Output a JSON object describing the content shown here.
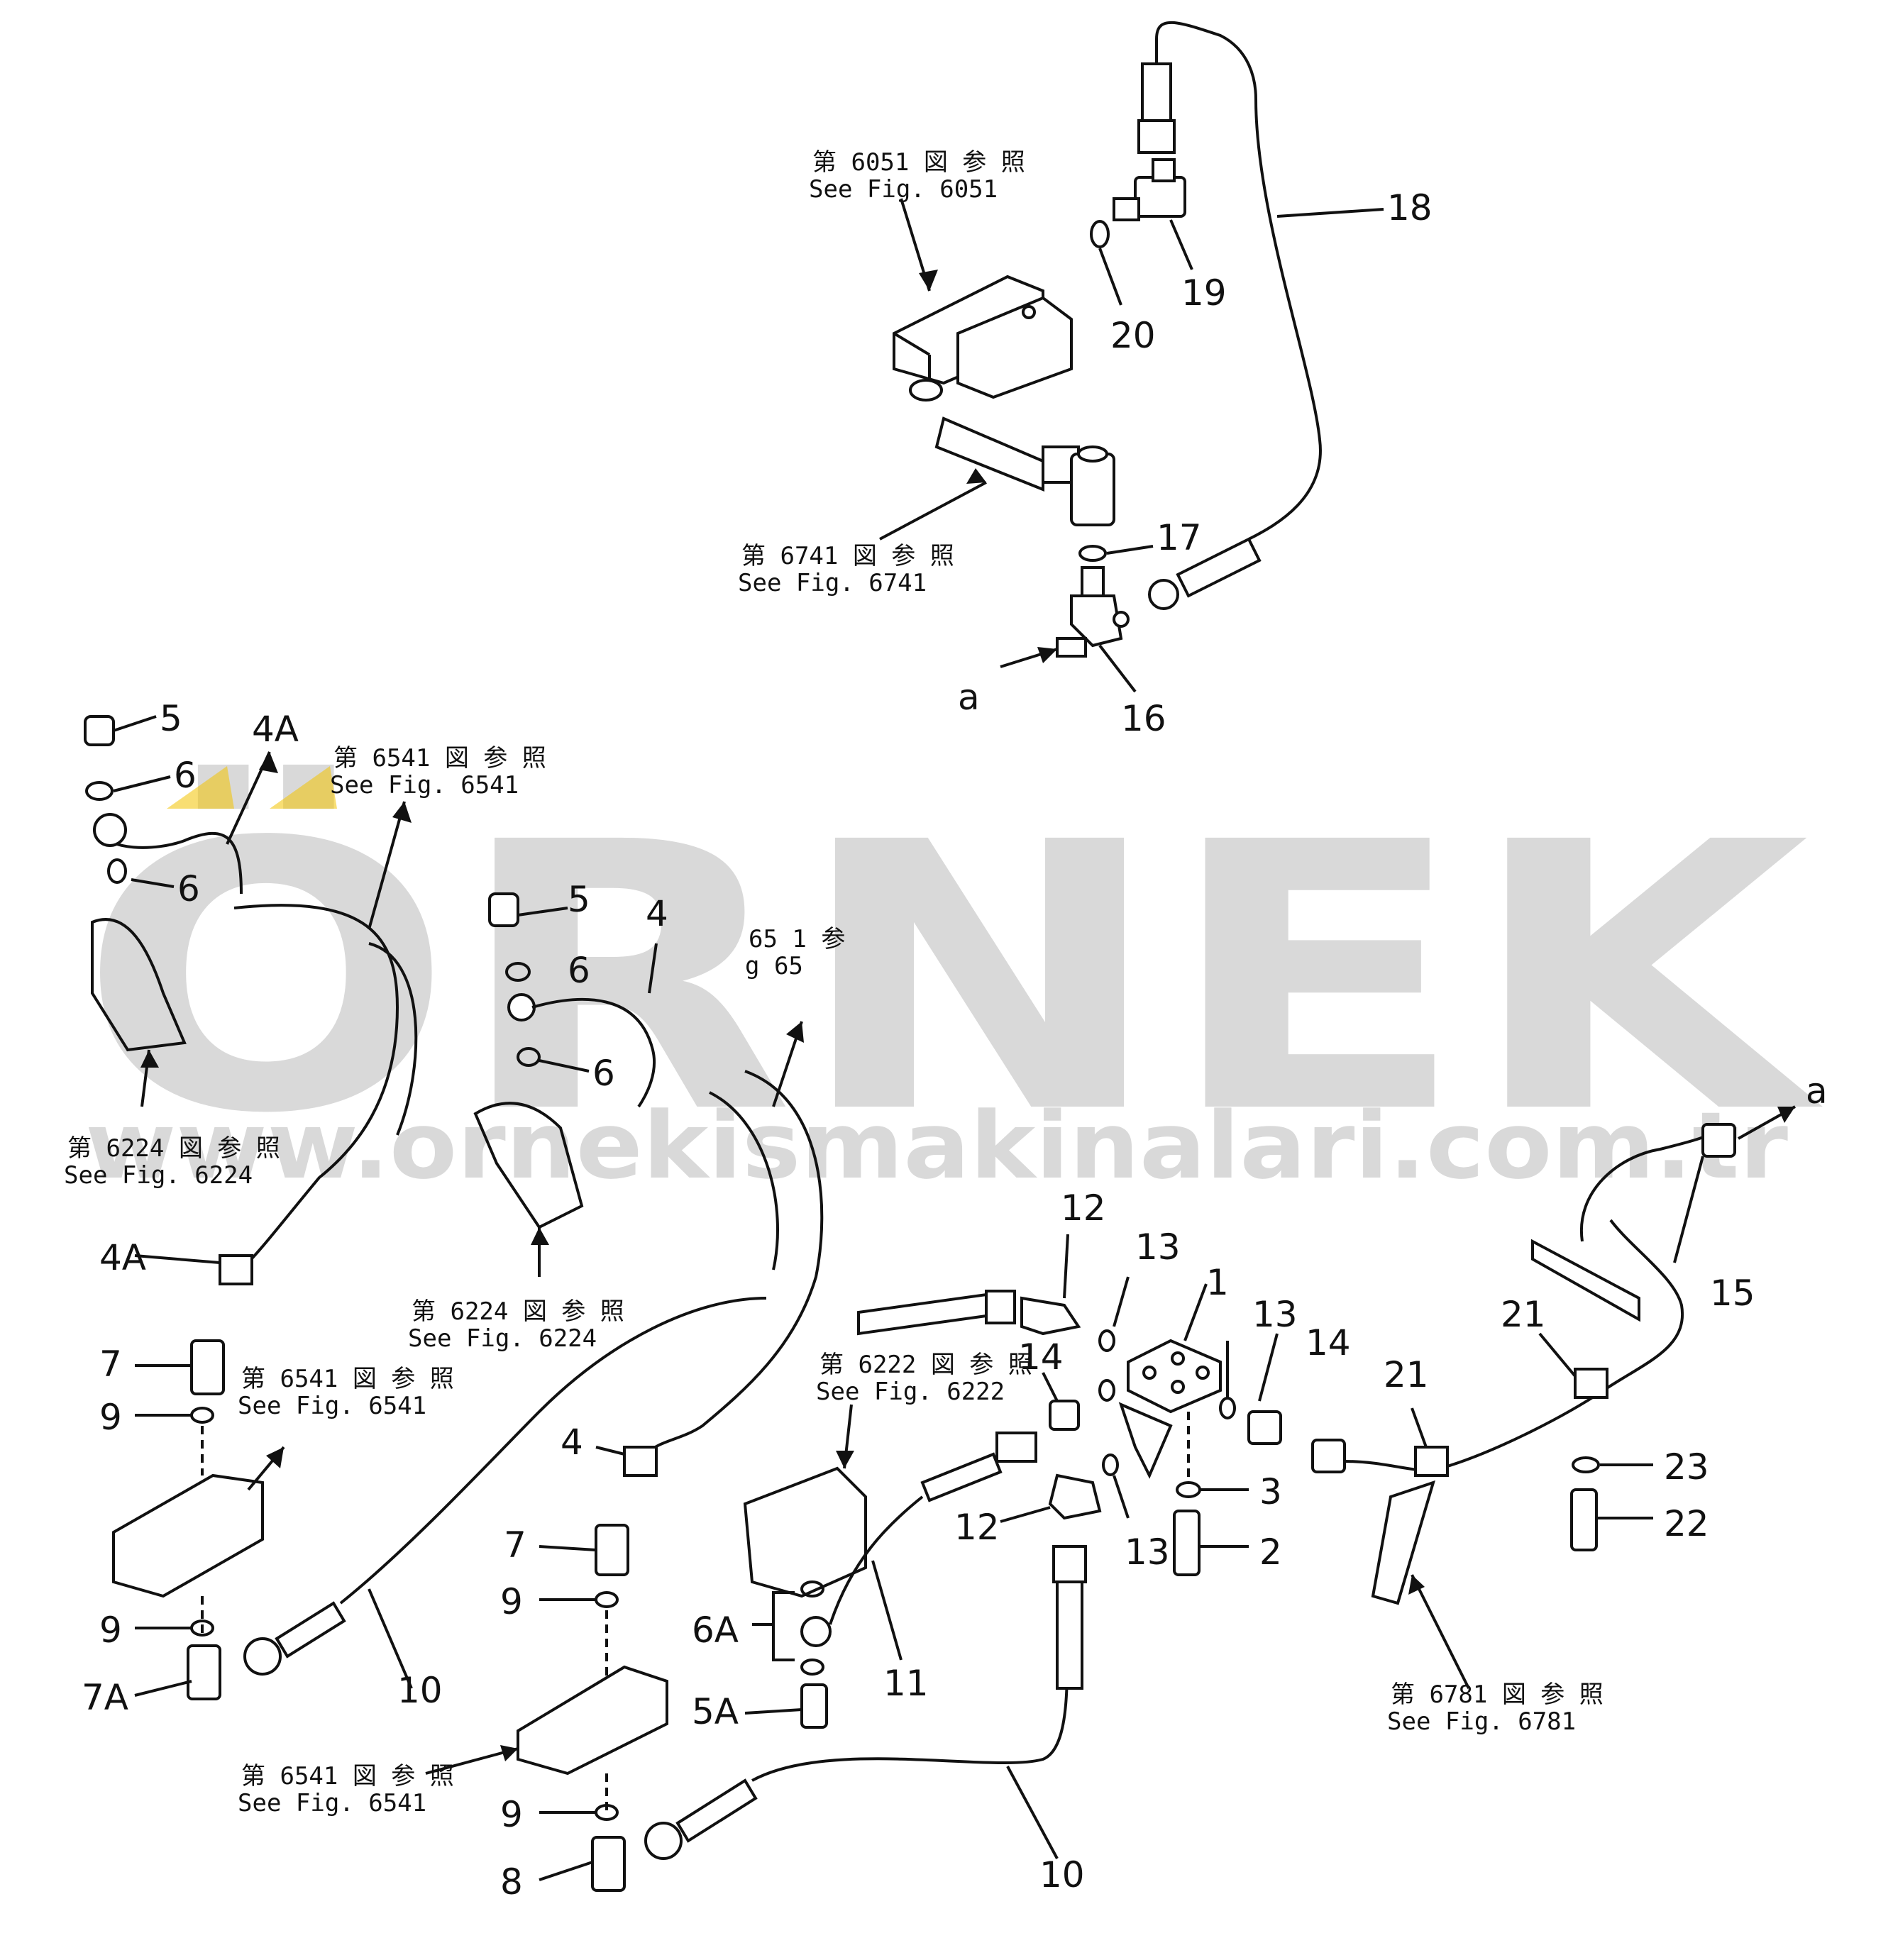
{
  "watermark": {
    "brand": "ÖRNEK",
    "url": "www.ornekismakinalari.com.tr"
  },
  "references": [
    {
      "id": "r6051",
      "jp": "第 6051 図 参 照",
      "en": "See Fig. 6051"
    },
    {
      "id": "r6741",
      "jp": "第 6741 図 参 照",
      "en": "See Fig. 6741"
    },
    {
      "id": "r6541a",
      "jp": "第 6541 図 参 照",
      "en": "See Fig. 6541"
    },
    {
      "id": "r6224a",
      "jp": "第 6224 図 参 照",
      "en": "See Fig. 6224"
    },
    {
      "id": "r6224b",
      "jp": "第 6224 図 参 照",
      "en": "See Fig. 6224"
    },
    {
      "id": "r6541b",
      "jp": "第 6541 図 参 照",
      "en": "See Fig. 6541"
    },
    {
      "id": "r6222",
      "jp": "第 6222 図 参 照",
      "en": "See Fig. 6222"
    },
    {
      "id": "r6541c",
      "jp": "第 6541 図 参 照",
      "en": "See Fig. 6541"
    },
    {
      "id": "r6781",
      "jp": "第 6781 図 参 照",
      "en": "See Fig. 6781"
    },
    {
      "id": "r65xx",
      "jp": "65    1 参",
      "en": "  g 65  "
    }
  ],
  "callouts": {
    "c18": "18",
    "c19": "19",
    "c20": "20",
    "c17": "17",
    "c16": "16",
    "a_top": "a",
    "c5a": "5",
    "c6a": "6",
    "c4Atop": "4A",
    "c6b": "6",
    "c5b": "5",
    "c4": "4",
    "c6c": "6",
    "c6d": "6",
    "c4Aleft": "4A",
    "c7a": "7",
    "c9a": "9",
    "c9b": "9",
    "c7A": "7A",
    "c10a": "10",
    "c4b": "4",
    "c7b": "7",
    "c9c": "9",
    "c6A": "6A",
    "c5A": "5A",
    "c9d": "9",
    "c8": "8",
    "c11": "11",
    "c10b": "10",
    "c12a": "12",
    "c13a": "13",
    "c1": "1",
    "c13b": "13",
    "c14a": "14",
    "c14b": "14",
    "c12b": "12",
    "c13c": "13",
    "c3": "3",
    "c2": "2",
    "c21a": "21",
    "c21b": "21",
    "c15": "15",
    "c23": "23",
    "c22": "22",
    "a_right": "a"
  }
}
